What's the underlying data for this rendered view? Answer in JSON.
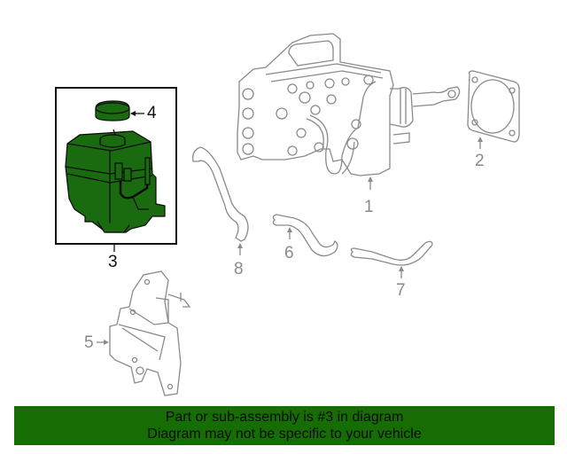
{
  "diagram": {
    "title": "Brake master cylinder / reservoir assembly diagram",
    "highlight_color": "#1a6b10",
    "line_color": "#8a8a8a",
    "highlighted_part": "3",
    "parts": [
      {
        "number": "1",
        "name": "brake-actuator-booster-assembly",
        "highlighted": false
      },
      {
        "number": "2",
        "name": "gasket",
        "highlighted": false
      },
      {
        "number": "3",
        "name": "reservoir-assembly",
        "highlighted": true
      },
      {
        "number": "4",
        "name": "reservoir-cap",
        "highlighted": true
      },
      {
        "number": "5",
        "name": "mounting-bracket",
        "highlighted": false
      },
      {
        "number": "6",
        "name": "hose",
        "highlighted": false
      },
      {
        "number": "7",
        "name": "hose",
        "highlighted": false
      },
      {
        "number": "8",
        "name": "hose",
        "highlighted": false
      }
    ],
    "labels": {
      "p1": "1",
      "p2": "2",
      "p3": "3",
      "p4": "4",
      "p5": "5",
      "p6": "6",
      "p7": "7",
      "p8": "8"
    }
  },
  "banner": {
    "line1": "Part or sub-assembly is #3 in diagram",
    "line2": "Diagram may not be specific to your vehicle",
    "background": "#156d03"
  }
}
